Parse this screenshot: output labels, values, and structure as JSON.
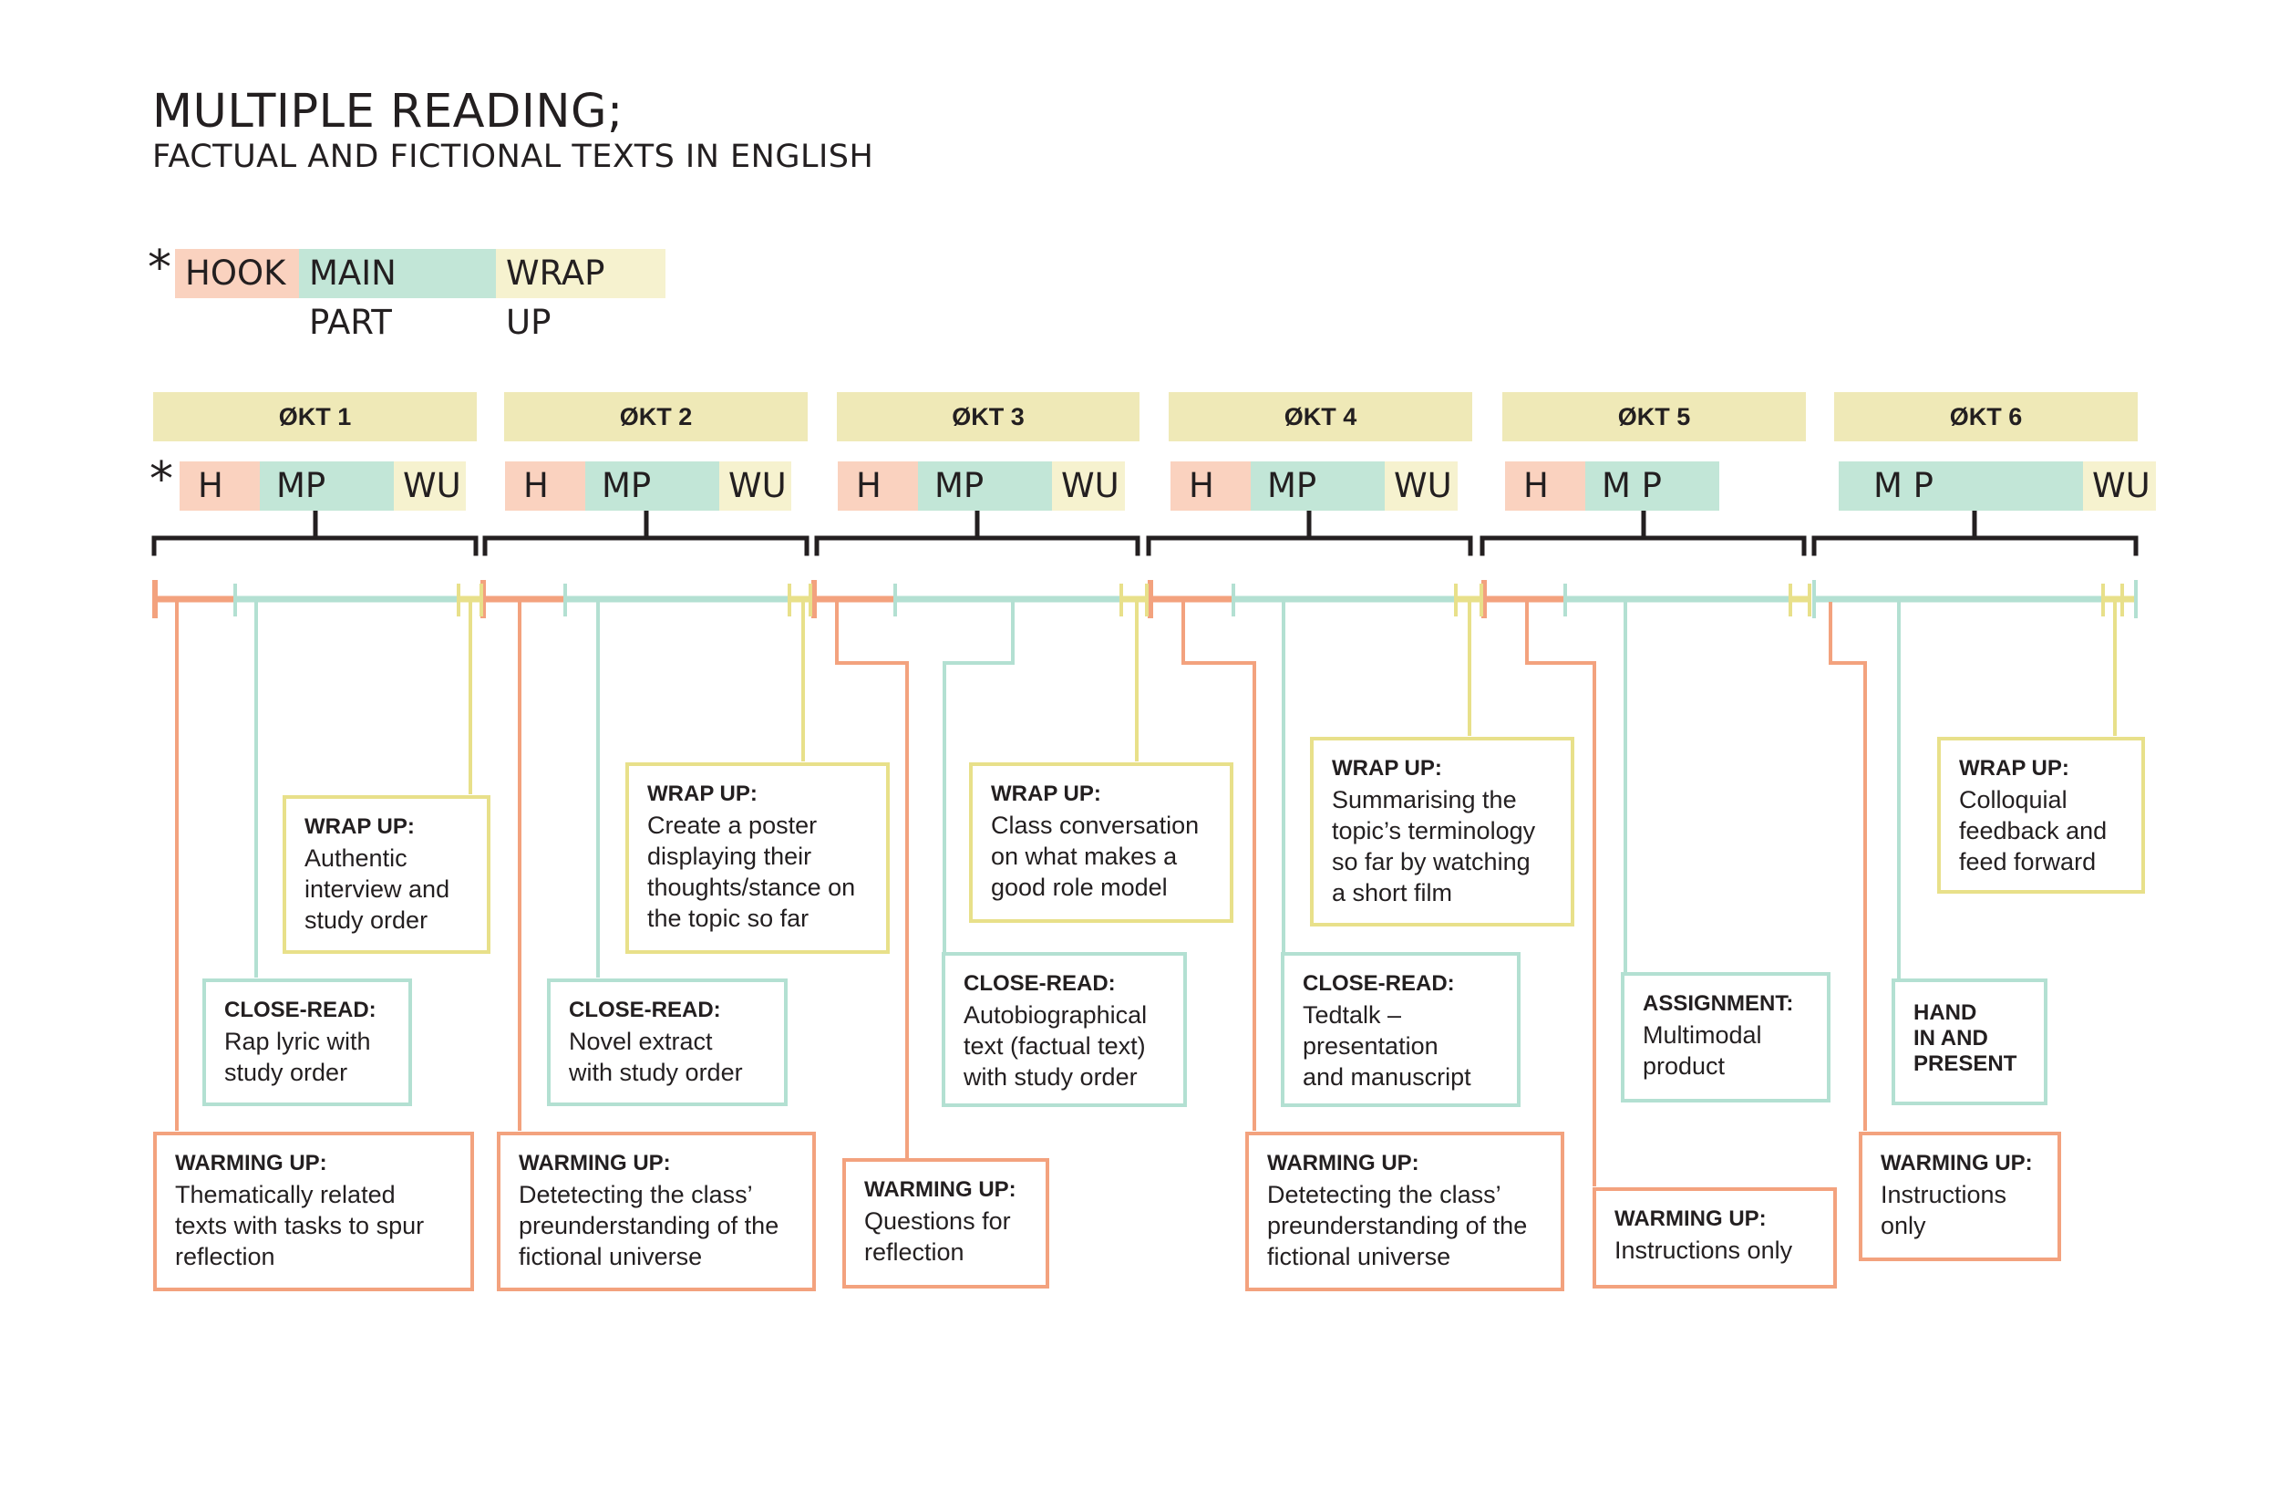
{
  "title": "MULTIPLE READING;",
  "subtitle": "FACTUAL AND FICTIONAL TEXTS IN ENGLISH",
  "legend": {
    "star": "*",
    "hook": "HOOK",
    "main": "MAIN PART",
    "wrap": "WRAP UP"
  },
  "colors": {
    "hook": "#fad2bf",
    "main": "#c2e6d7",
    "wrap": "#f6f2cf",
    "header": "#efe9b7",
    "hook_line": "#f3a27e",
    "main_line": "#b3e0d2",
    "wrap_line": "#e8e08a",
    "bracket": "#231f20"
  },
  "sessions": [
    {
      "name": "ØKT 1",
      "h": "H",
      "mp": "MP",
      "wu": "WU"
    },
    {
      "name": "ØKT 2",
      "h": "H",
      "mp": "MP",
      "wu": "WU"
    },
    {
      "name": "ØKT 3",
      "h": "H",
      "mp": "MP",
      "wu": "WU"
    },
    {
      "name": "ØKT 4",
      "h": "H",
      "mp": "MP",
      "wu": "WU"
    },
    {
      "name": "ØKT 5",
      "h": "H",
      "mp": "M P"
    },
    {
      "name": "ØKT 6",
      "mp": "M P",
      "wu": "WU"
    }
  ],
  "boxes": {
    "s1_warm": {
      "title": "WARMING UP:",
      "text": "Thematically related\ntexts with tasks to spur\nreflection"
    },
    "s1_close": {
      "title": "CLOSE-READ:",
      "text": "Rap lyric with\nstudy order"
    },
    "s1_wrap": {
      "title": "WRAP UP:",
      "text": "Authentic\ninterview and\nstudy order"
    },
    "s2_warm": {
      "title": "WARMING UP:",
      "text": "Detetecting the class’\npreunderstanding of the\nfictional universe"
    },
    "s2_close": {
      "title": "CLOSE-READ:",
      "text": "Novel extract\nwith study order"
    },
    "s2_wrap": {
      "title": "WRAP UP:",
      "text": "Create a poster\ndisplaying their\nthoughts/stance on\nthe topic so far"
    },
    "s3_warm": {
      "title": "WARMING UP:",
      "text": "Questions for\nreflection"
    },
    "s3_close": {
      "title": "CLOSE-READ:",
      "text": "Autobiographical\ntext (factual text)\nwith study order"
    },
    "s3_wrap": {
      "title": "WRAP UP:",
      "text": "Class conversation\non what makes a\ngood role model"
    },
    "s4_warm": {
      "title": "WARMING UP:",
      "text": "Detetecting the class’\npreunderstanding of the\nfictional universe"
    },
    "s4_close": {
      "title": "CLOSE-READ:",
      "text": "Tedtalk –\npresentation\nand manuscript"
    },
    "s4_wrap": {
      "title": "WRAP UP:",
      "text": "Summarising the\ntopic’s terminology\nso far by watching\na short film"
    },
    "s5_warm": {
      "title": "WARMING UP:",
      "text": "Instructions only"
    },
    "s5_assign": {
      "title": "ASSIGNMENT:",
      "text": "Multimodal\nproduct"
    },
    "s6_warm": {
      "title": "WARMING UP:",
      "text": "Instructions\nonly"
    },
    "s6_hand": {
      "title": "HAND\nIN AND\nPRESENT",
      "text": ""
    },
    "s6_wrap": {
      "title": "WRAP UP:",
      "text": "Colloquial\nfeedback and\nfeed forward"
    }
  }
}
